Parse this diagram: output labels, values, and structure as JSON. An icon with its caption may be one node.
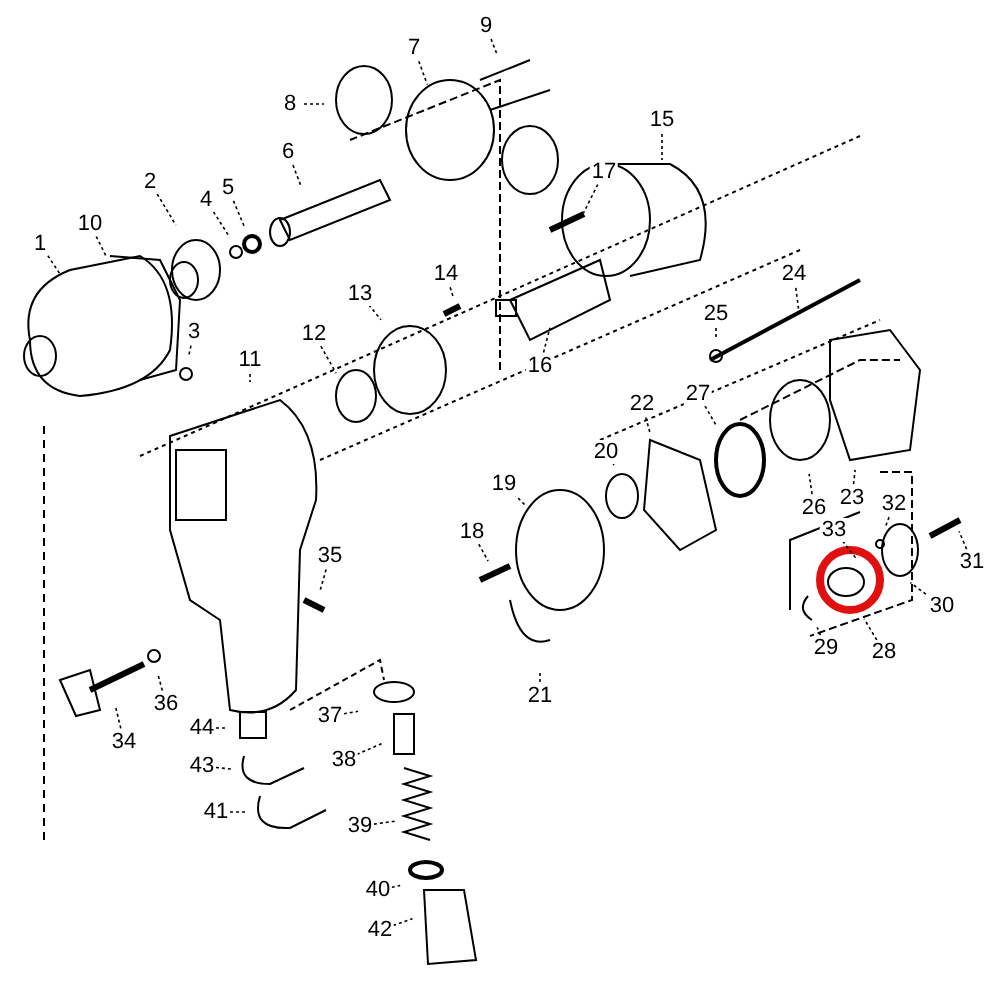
{
  "diagram": {
    "nodes": [
      {
        "text": [
          "1"
        ]
      },
      {
        "text": [
          "10"
        ]
      },
      {
        "text": [
          "2"
        ]
      },
      {
        "text": [
          "3"
        ]
      },
      {
        "text": [
          "4"
        ]
      },
      {
        "text": [
          "5"
        ]
      },
      {
        "text": [
          "6"
        ]
      },
      {
        "text": [
          "7"
        ]
      },
      {
        "text": [
          "8"
        ]
      },
      {
        "text": [
          "9"
        ]
      },
      {
        "text": [
          "15"
        ]
      },
      {
        "text": [
          "17"
        ]
      },
      {
        "text": [
          "11"
        ]
      },
      {
        "text": [
          "13"
        ]
      },
      {
        "text": [
          "14"
        ]
      },
      {
        "text": [
          "12"
        ]
      },
      {
        "text": [
          "16"
        ]
      },
      {
        "text": [
          "24"
        ]
      },
      {
        "text": [
          "25"
        ]
      },
      {
        "text": [
          "27"
        ]
      },
      {
        "text": [
          "22"
        ]
      },
      {
        "text": [
          "20"
        ]
      },
      {
        "text": [
          "19"
        ]
      },
      {
        "text": [
          "18"
        ]
      },
      {
        "text": [
          "21"
        ]
      },
      {
        "text": [
          "26"
        ]
      },
      {
        "text": [
          "23"
        ]
      },
      {
        "text": [
          "33"
        ]
      },
      {
        "text": [
          "32"
        ]
      },
      {
        "text": [
          "31"
        ]
      },
      {
        "text": [
          "30"
        ]
      },
      {
        "text": [
          "28"
        ]
      },
      {
        "text": [
          "29"
        ]
      },
      {
        "text": [
          "35"
        ]
      },
      {
        "text": [
          "36"
        ]
      },
      {
        "text": [
          "34"
        ]
      },
      {
        "text": [
          "44"
        ]
      },
      {
        "text": [
          "43"
        ]
      },
      {
        "text": [
          "41"
        ]
      },
      {
        "text": [
          "37"
        ]
      },
      {
        "text": [
          "38"
        ]
      },
      {
        "text": [
          "39"
        ]
      },
      {
        "text": [
          "40"
        ]
      },
      {
        "text": [
          "42"
        ]
      }
    ],
    "edges": [
      {
        "from": 0,
        "to": null,
        "arrow": "none"
      },
      {
        "from": 1,
        "to": null,
        "arrow": "none"
      },
      {
        "from": 2,
        "to": null,
        "arrow": "none"
      },
      {
        "from": 3,
        "to": null,
        "arrow": "none"
      },
      {
        "from": 4,
        "to": null,
        "arrow": "none"
      },
      {
        "from": 5,
        "to": null,
        "arrow": "none"
      },
      {
        "from": 6,
        "to": null,
        "arrow": "none"
      },
      {
        "from": 7,
        "to": null,
        "arrow": "none"
      },
      {
        "from": 8,
        "to": null,
        "arrow": "none"
      },
      {
        "from": 9,
        "to": null,
        "arrow": "none"
      },
      {
        "from": 10,
        "to": null,
        "arrow": "none"
      },
      {
        "from": 11,
        "to": null,
        "arrow": "none"
      },
      {
        "from": 12,
        "to": null,
        "arrow": "none"
      },
      {
        "from": 13,
        "to": null,
        "arrow": "none"
      },
      {
        "from": 14,
        "to": null,
        "arrow": "none"
      },
      {
        "from": 15,
        "to": null,
        "arrow": "none"
      },
      {
        "from": 16,
        "to": null,
        "arrow": "none"
      },
      {
        "from": 17,
        "to": null,
        "arrow": "none"
      },
      {
        "from": 18,
        "to": null,
        "arrow": "none"
      },
      {
        "from": 19,
        "to": null,
        "arrow": "none"
      },
      {
        "from": 20,
        "to": null,
        "arrow": "none"
      },
      {
        "from": 21,
        "to": null,
        "arrow": "none"
      },
      {
        "from": 22,
        "to": null,
        "arrow": "none"
      },
      {
        "from": 23,
        "to": null,
        "arrow": "none"
      },
      {
        "from": 24,
        "to": null,
        "arrow": "none"
      },
      {
        "from": 25,
        "to": null,
        "arrow": "none"
      },
      {
        "from": 26,
        "to": null,
        "arrow": "none"
      },
      {
        "from": 27,
        "to": null,
        "arrow": "none"
      },
      {
        "from": 28,
        "to": null,
        "arrow": "none"
      },
      {
        "from": 29,
        "to": null,
        "arrow": "none"
      },
      {
        "from": 30,
        "to": null,
        "arrow": "none"
      },
      {
        "from": 31,
        "to": null,
        "arrow": "none"
      },
      {
        "from": 32,
        "to": null,
        "arrow": "none"
      },
      {
        "from": 33,
        "to": null,
        "arrow": "none"
      },
      {
        "from": 34,
        "to": null,
        "arrow": "none"
      },
      {
        "from": 35,
        "to": null,
        "arrow": "none"
      },
      {
        "from": 36,
        "to": null,
        "arrow": "none"
      },
      {
        "from": 37,
        "to": null,
        "arrow": "none"
      },
      {
        "from": 38,
        "to": null,
        "arrow": "none"
      },
      {
        "from": 39,
        "to": null,
        "arrow": "none"
      },
      {
        "from": 40,
        "to": null,
        "arrow": "none"
      },
      {
        "from": 41,
        "to": null,
        "arrow": "none"
      },
      {
        "from": 42,
        "to": null,
        "arrow": "none"
      },
      {
        "from": 43,
        "to": null,
        "arrow": "none"
      }
    ]
  }
}
